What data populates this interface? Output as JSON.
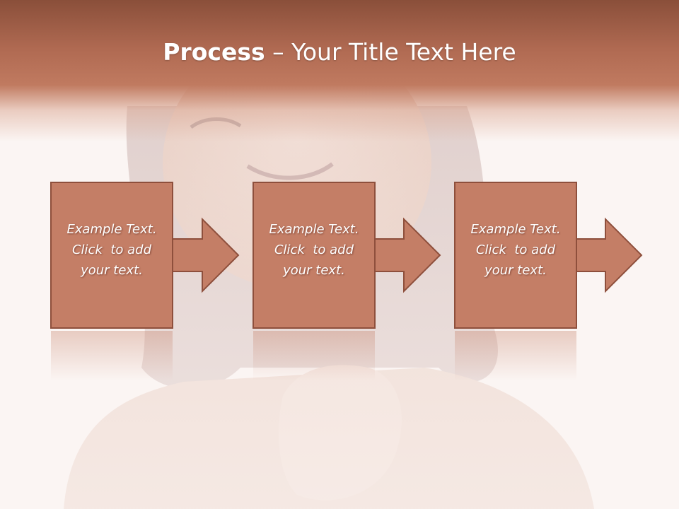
{
  "slide": {
    "title_strong": "Process",
    "title_rest": " – Your Title Text Here"
  },
  "steps": [
    {
      "line1": "Example Text.",
      "line2": "Click  to add",
      "line3": "your text."
    },
    {
      "line1": "Example Text.",
      "line2": "Click  to add",
      "line3": "your text."
    },
    {
      "line1": "Example Text.",
      "line2": "Click  to add",
      "line3": "your text."
    }
  ],
  "colors": {
    "header": "#b06a52",
    "box_fill": "#c47e66",
    "box_stroke": "#8e4f3c",
    "background": "#fbf5f3"
  }
}
